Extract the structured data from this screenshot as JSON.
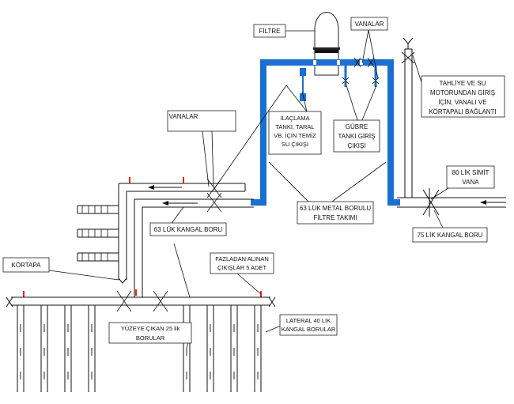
{
  "colors": {
    "metal_pipe": "#1a6fd1",
    "lines": "#111111",
    "red_outlet": "#e02020",
    "valve_blue": "#1a6fd1"
  },
  "labels": {
    "filtre": "FİLTRE",
    "vanalar_top": "VANALAR",
    "tahliye": [
      "TAHLİYE VE SU",
      "MOTORUNDAN GİRİŞ",
      "İÇİN, VANALI VE",
      "KÖRTAPALI  BAĞLANTI"
    ],
    "ilaclama": [
      "İLAÇLAMA",
      "TANKI, TARAL",
      "VB. İÇİN TEMİZ",
      "SU ÇIKIŞI"
    ],
    "gubre": [
      "GÜBRE",
      "TANKI GİRİŞ",
      "ÇIKIŞI"
    ],
    "vanalar_left": "VANALAR",
    "simit_vana": [
      "80 LİK SİMİT",
      "VANA"
    ],
    "metal_boru": [
      "63 LÜK METAL BORULU",
      "FİLTRE TAKIMI"
    ],
    "kangal_63": "63 LÜK KANGAL BORU",
    "kangal_75": "75 LİK KANGAL BORU",
    "kortapa": "KÖRTAPA",
    "fazladan": [
      "FAZLADAN ALINAN",
      "ÇIKIŞLAR 5 ADET"
    ],
    "yuzeye": [
      "YÜZEYE ÇIKAN  25 lik",
      "BORULAR"
    ],
    "lateral": [
      "LATERAL 40 LIK",
      "KANGAL BORULAR"
    ]
  }
}
